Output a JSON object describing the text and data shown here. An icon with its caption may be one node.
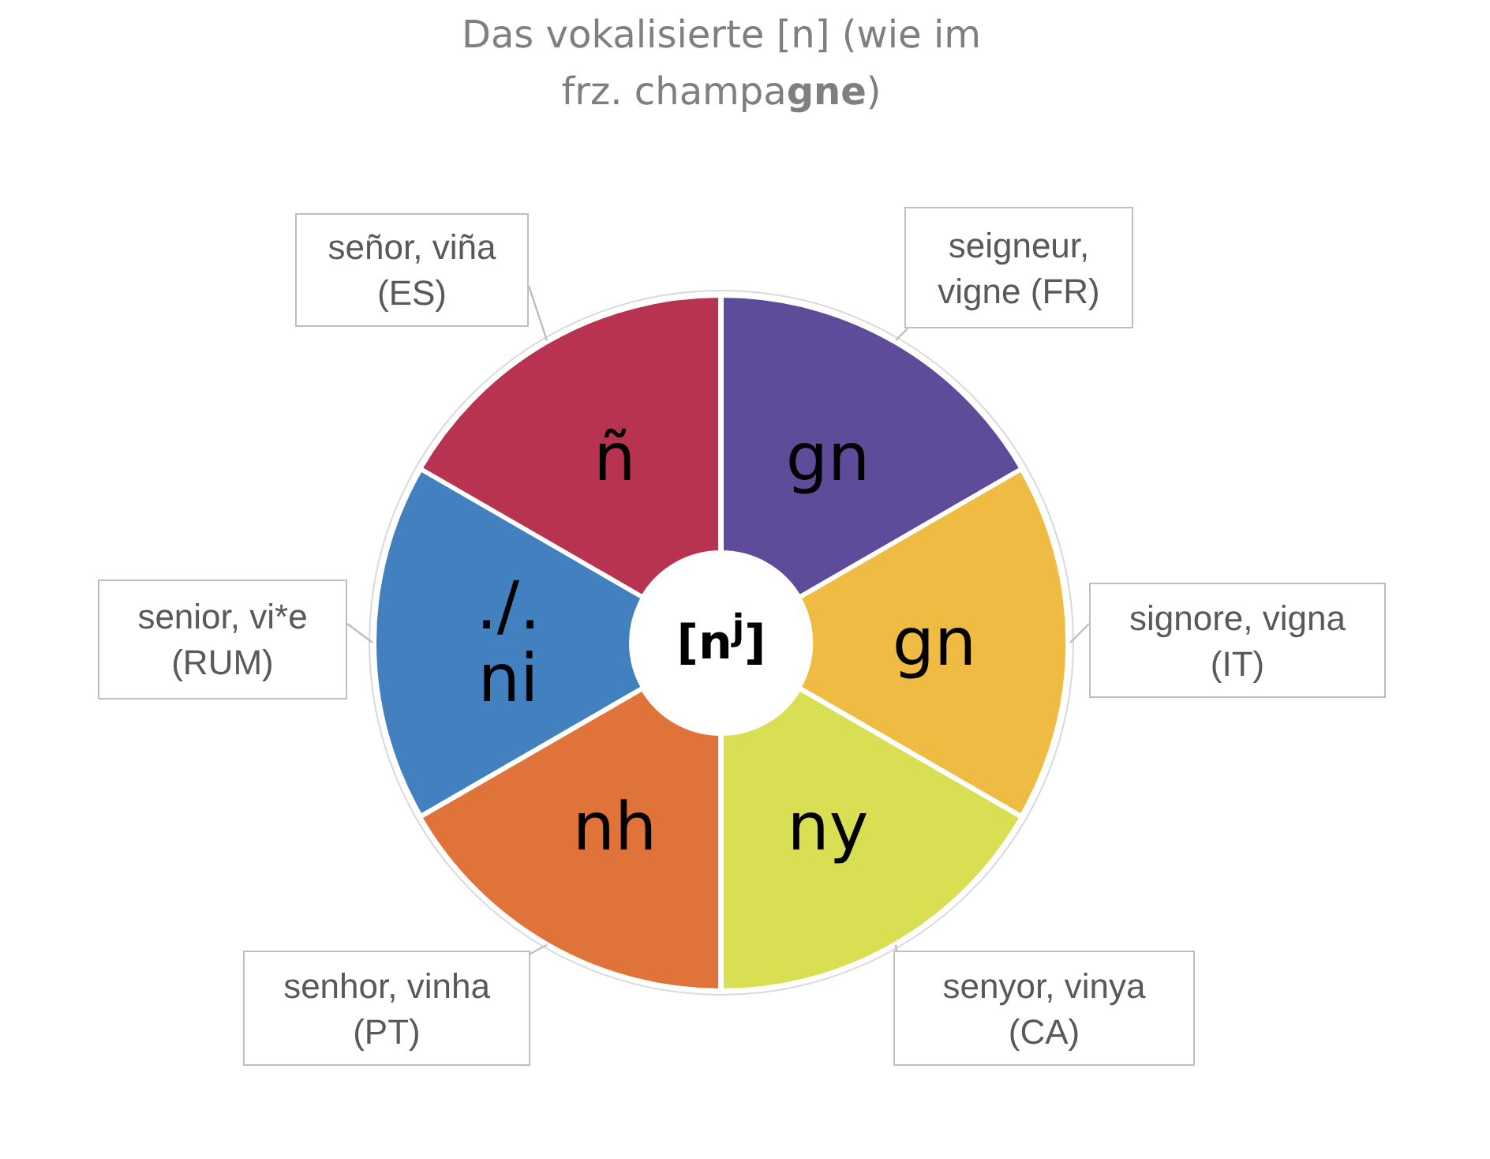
{
  "diagram": {
    "title": "Das vokalisierte [n] (wie im frz. champa**gne**)",
    "nodes": [
      {
        "text": [
          "señor, viña (ES)"
        ]
      },
      {
        "text": [
          "seigneur, vigne (FR)"
        ]
      },
      {
        "text": [
          "ñ"
        ]
      },
      {
        "text": [
          "gn"
        ]
      },
      {
        "text": [
          "senior, vi*e (RUM)"
        ]
      },
      {
        "text": [
          "./. ni"
        ]
      },
      {
        "text": [
          "[n$^{j}$]"
        ]
      },
      {
        "text": [
          "gn"
        ]
      },
      {
        "text": [
          "signore, vigna (IT)"
        ]
      },
      {
        "text": [
          "nh"
        ]
      },
      {
        "text": [
          "ny"
        ]
      },
      {
        "text": [
          "senhor, vinha (PT)"
        ]
      },
      {
        "text": [
          "senyor, vinya (CA)"
        ]
      }
    ],
    "edges": [
      {
        "from": 0,
        "to": 2,
        "arrow": "none"
      },
      {
        "from": 1,
        "to": 3,
        "arrow": "none"
      },
      {
        "from": 4,
        "to": 5,
        "arrow": "none"
      },
      {
        "from": 8,
        "to": 7,
        "arrow": "none"
      },
      {
        "from": 11,
        "to": 9,
        "arrow": "none"
      },
      {
        "from": 12,
        "to": 10,
        "arrow": "none"
      }
    ]
  }
}
